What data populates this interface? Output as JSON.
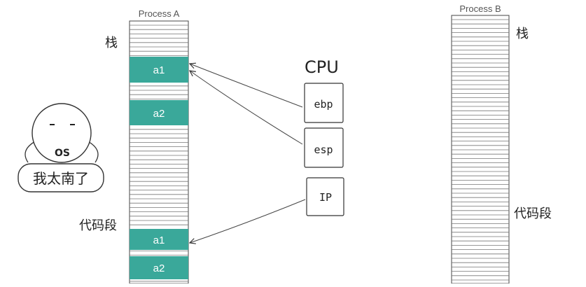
{
  "process_a": {
    "title": "Process A",
    "stack_label": "栈",
    "code_label": "代码段",
    "blocks": [
      "a1",
      "a2",
      "a1",
      "a2"
    ]
  },
  "process_b": {
    "title": "Process B",
    "stack_label": "栈",
    "code_label": "代码段"
  },
  "cpu": {
    "title": "CPU",
    "registers": [
      "ebp",
      "esp",
      "IP"
    ]
  },
  "os_character": {
    "label": "OS",
    "caption": "我太南了"
  },
  "colors": {
    "highlight": "#3aa89a",
    "ink": "#222222",
    "lines": "#555555"
  }
}
